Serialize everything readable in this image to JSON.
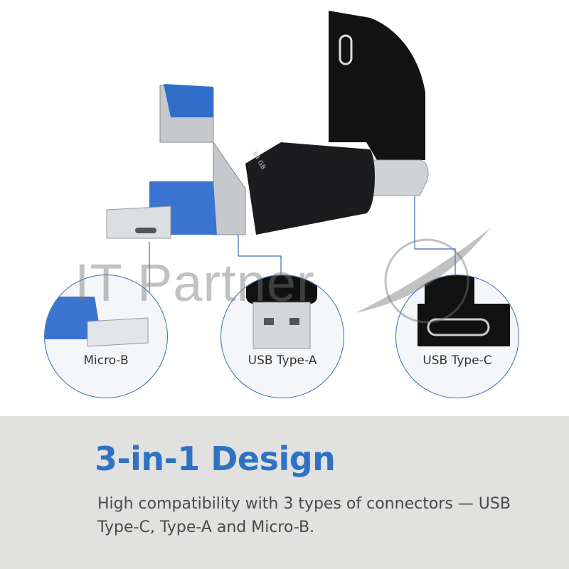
{
  "product": {
    "capacity_print": "64 GB"
  },
  "callouts": [
    {
      "label": "Micro-B"
    },
    {
      "label": "USB Type-A"
    },
    {
      "label": "USB Type-C"
    }
  ],
  "watermark": "IT Partner",
  "heading": "3-in-1 Design",
  "description": "High compatibility with 3 types of connectors — USB Type-C, Type-A and Micro-B.",
  "colors": {
    "accent": "#2f72c4",
    "callout_line": "#3a6fb5",
    "band": "#e1e1e0"
  }
}
